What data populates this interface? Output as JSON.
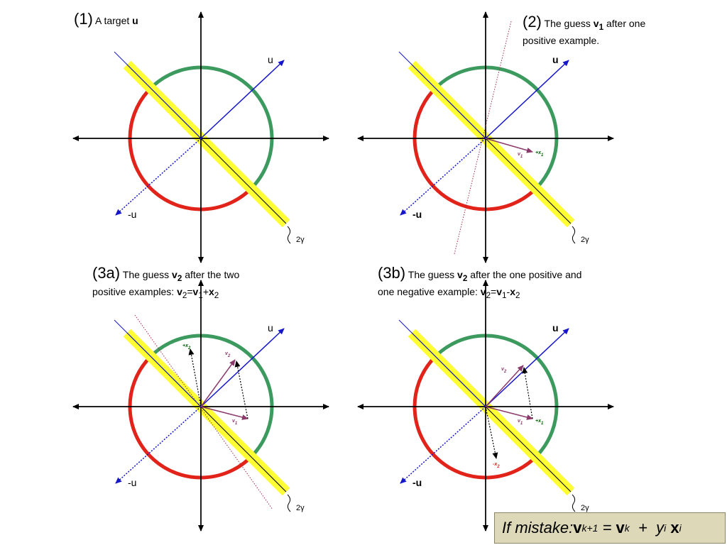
{
  "panels": [
    {
      "id": "p1",
      "num": "(1)",
      "text1": "A target ",
      "bold1": "u",
      "text2": "",
      "line2": ""
    },
    {
      "id": "p2",
      "num": "(2)",
      "text1": "The guess ",
      "bold1": "v",
      "sub1": "1",
      "text2": " after one",
      "line2": "positive example."
    },
    {
      "id": "p3a",
      "num": "(3a)",
      "text1": "The guess ",
      "bold1": "v",
      "sub1": "2",
      "text2": " after the two",
      "line2pre": "positive examples: ",
      "eq": [
        "v",
        "2",
        "=",
        "v",
        "1",
        "+",
        "x",
        "2"
      ]
    },
    {
      "id": "p3b",
      "num": "(3b)",
      "text1": "The guess ",
      "bold1": "v",
      "sub1": "2",
      "text2": " after the one positive and",
      "line2pre": "one negative example: ",
      "eq": [
        "v",
        "2",
        "=",
        "v",
        "1",
        "-",
        "x",
        "2"
      ]
    }
  ],
  "labels": {
    "u": "u",
    "neg_u": "-u",
    "gamma": "2γ",
    "v1": "v",
    "v1_sub": "1",
    "v2": "v",
    "v2_sub": "2",
    "plus_x1": "+x",
    "x_sub1": "1",
    "plus_x2": "+x",
    "x_sub2": "2",
    "minus_x2": "-x"
  },
  "formula": {
    "prefix": "If mistake: ",
    "v": "v",
    "sub_k1": "k+1",
    "eq": " = ",
    "vk": "v",
    "sub_k": "k",
    "plus": "  +  ",
    "y": "y",
    "sub_i": "i",
    "x": "x",
    "sub_i2": "i"
  },
  "colors": {
    "green_arc": "#3c9a5f",
    "red_arc": "#e2231a",
    "margin_band": "#ffff33",
    "target_vector": "#1515cc",
    "guess_vector": "#8b3a6b",
    "example_label": "#006600",
    "hyperplane": "#a0304a"
  }
}
